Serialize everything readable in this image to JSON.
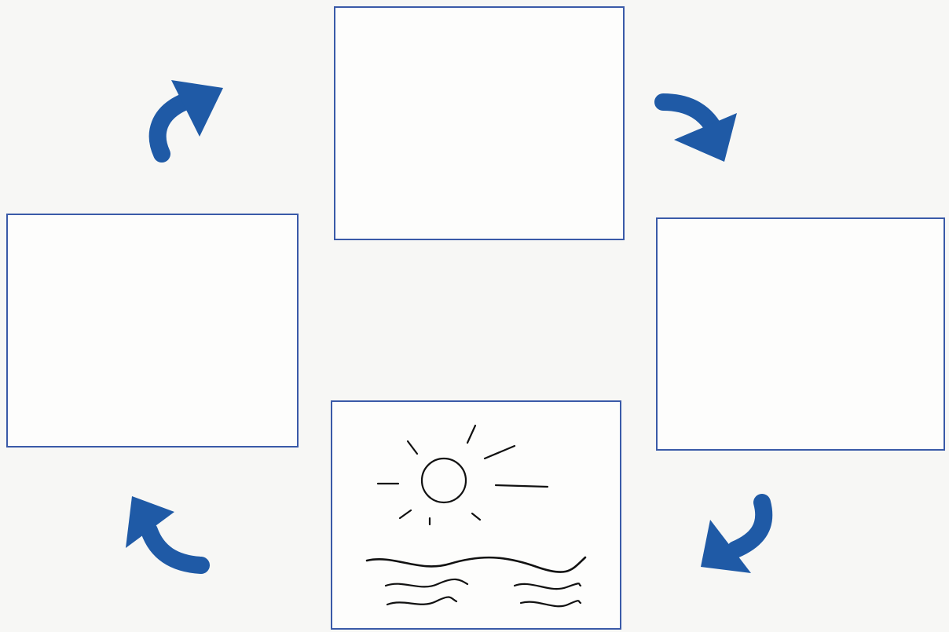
{
  "diagram": {
    "type": "cycle",
    "arrow_color": "#1f5aa6",
    "box_border_color": "#3a5aa8",
    "boxes": [
      {
        "id": "top",
        "content": ""
      },
      {
        "id": "right",
        "content": ""
      },
      {
        "id": "bottom",
        "content": "sun-over-water-icon"
      },
      {
        "id": "left",
        "content": ""
      }
    ],
    "flow": [
      "top",
      "right",
      "bottom",
      "left",
      "top"
    ]
  }
}
